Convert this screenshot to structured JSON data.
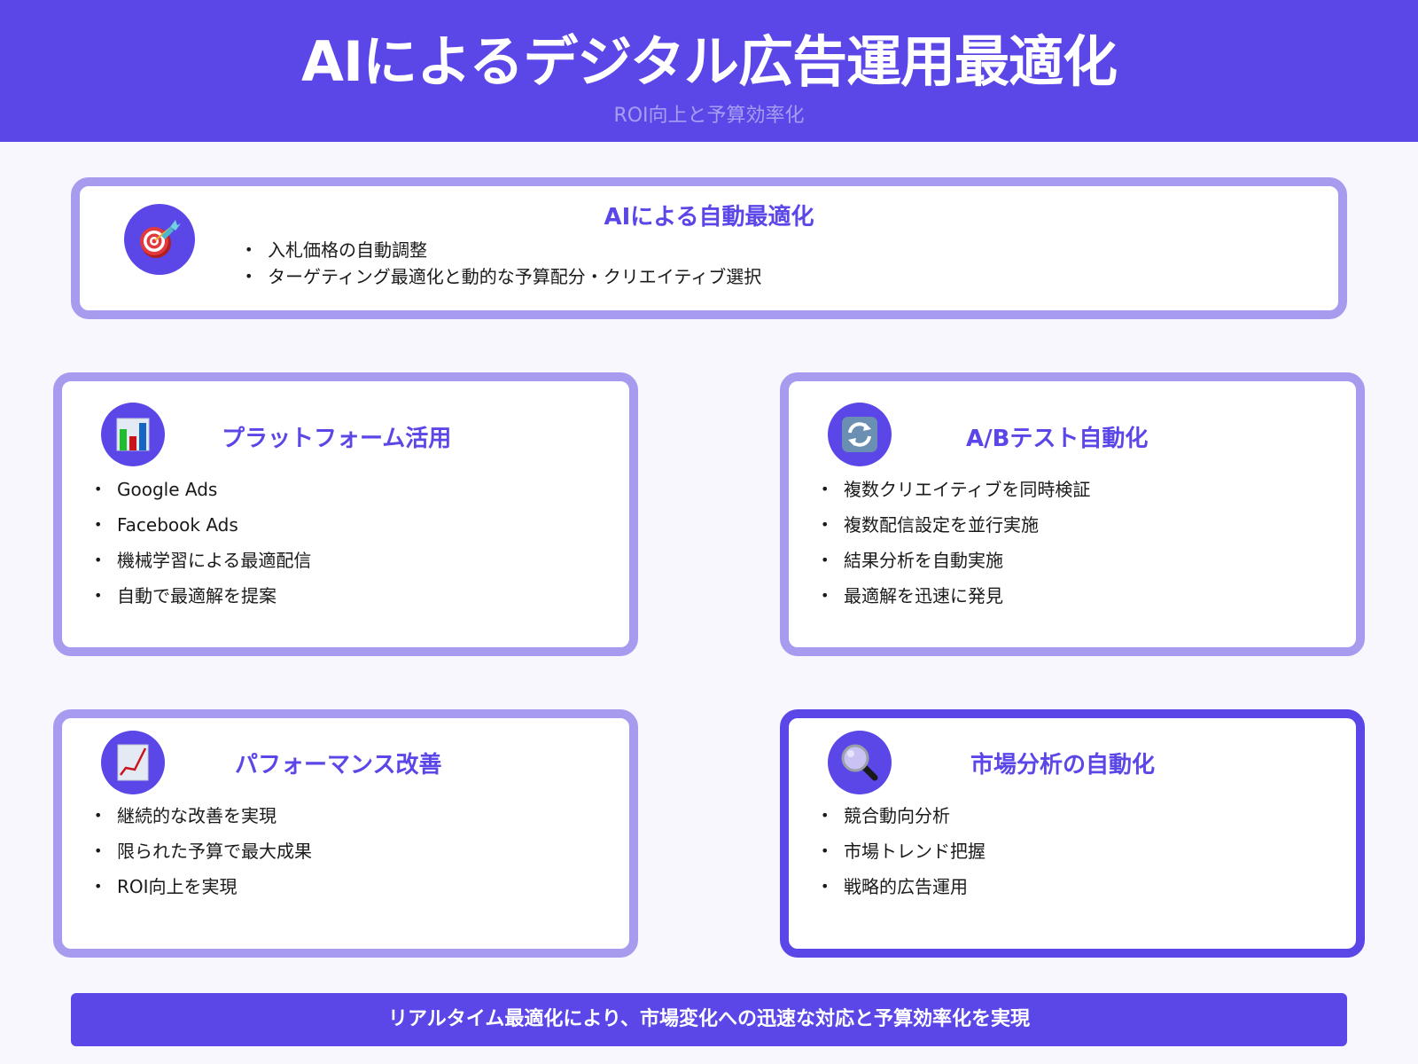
{
  "header": {
    "title": "AIによるデジタル広告運用最適化",
    "subtitle": "ROI向上と予算効率化"
  },
  "colors": {
    "primary": "#5B47E8",
    "card_border": "#A79BEF",
    "subtitle": "#A69EF2",
    "background": "#F8F7FE"
  },
  "sections": [
    {
      "title": "AIによる自動最適化",
      "icon": "target-dart-icon",
      "bullets": [
        "入札価格の自動調整",
        "ターゲティング最適化と動的な予算配分・クリエイティブ選択"
      ]
    },
    {
      "title": "プラットフォーム活用",
      "icon": "bar-chart-icon",
      "bullets": [
        "Google Ads",
        "Facebook Ads",
        "機械学習による最適配信",
        "自動で最適解を提案"
      ]
    },
    {
      "title": "A/Bテスト自動化",
      "icon": "refresh-arrows-icon",
      "bullets": [
        "複数クリエイティブを同時検証",
        "複数配信設定を並行実施",
        "結果分析を自動実施",
        "最適解を迅速に発見"
      ]
    },
    {
      "title": "パフォーマンス改善",
      "icon": "trending-up-chart-icon",
      "bullets": [
        "継続的な改善を実現",
        "限られた予算で最大成果",
        "ROI向上を実現"
      ]
    },
    {
      "title": "市場分析の自動化",
      "icon": "magnifying-glass-icon",
      "bullets": [
        "競合動向分析",
        "市場トレンド把握",
        "戦略的広告運用"
      ]
    }
  ],
  "footer": {
    "text": "リアルタイム最適化により、市場変化への迅速な対応と予算効率化を実現"
  }
}
